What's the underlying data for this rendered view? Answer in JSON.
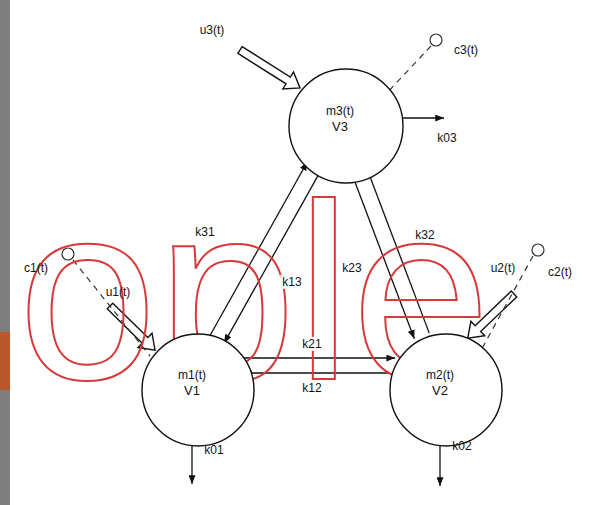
{
  "diagram": {
    "nodes": [
      {
        "text": [
          "m3(t)",
          "V3"
        ]
      },
      {
        "text": [
          "m1(t)",
          "V1"
        ]
      },
      {
        "text": [
          "m2(t)",
          "V2"
        ]
      }
    ],
    "edges": [
      {
        "from": 1,
        "to": 0,
        "arrow": "to",
        "label": "k31"
      },
      {
        "from": 0,
        "to": 1,
        "arrow": "to",
        "label": "k13"
      },
      {
        "from": 2,
        "to": 0,
        "arrow": "to",
        "label": "k32"
      },
      {
        "from": 0,
        "to": 2,
        "arrow": "to",
        "label": "k23"
      },
      {
        "from": 1,
        "to": 2,
        "arrow": "to",
        "label": "k21"
      },
      {
        "from": 2,
        "to": 1,
        "arrow": "to",
        "label": "k12"
      }
    ],
    "labels": [
      "u3(t)",
      "c3(t)",
      "k03",
      "u1(t)",
      "c1(t)",
      "u2(t)",
      "c2(t)",
      "k01",
      "k02",
      "ople"
    ]
  }
}
